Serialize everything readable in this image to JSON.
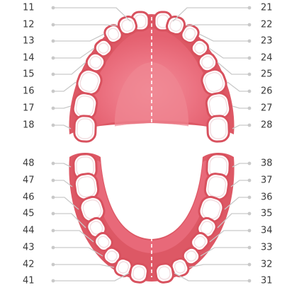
{
  "colors": {
    "gum": "#dd5865",
    "gum_shadow": "#cc4654",
    "palate": "#e96676",
    "palate_center": "#f08592",
    "tooth_fill": "#ffffff",
    "tooth_outline": "#d8515e",
    "leader": "#c9c9c9",
    "midline": "#ffffff"
  },
  "upper_left_labels": [
    "11",
    "12",
    "13",
    "14",
    "15",
    "16",
    "17",
    "18"
  ],
  "upper_right_labels": [
    "21",
    "22",
    "23",
    "24",
    "25",
    "26",
    "27",
    "28"
  ],
  "lower_left_labels": [
    "48",
    "47",
    "46",
    "45",
    "44",
    "43",
    "42",
    "41"
  ],
  "lower_right_labels": [
    "38",
    "37",
    "36",
    "35",
    "34",
    "33",
    "32",
    "31"
  ]
}
